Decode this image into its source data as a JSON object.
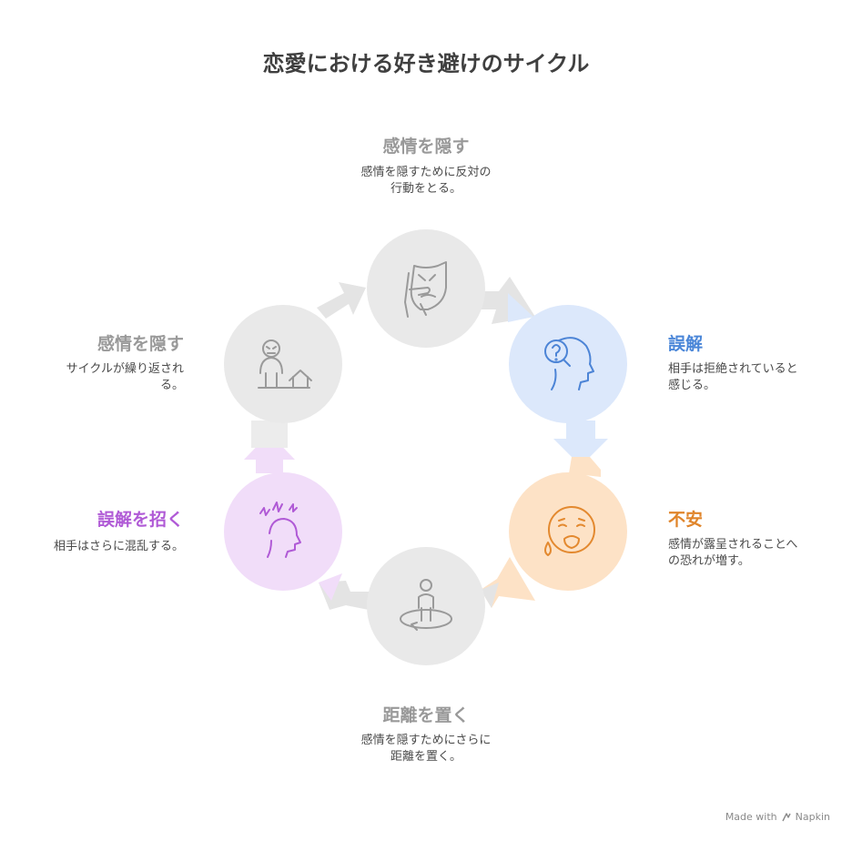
{
  "title": "恋愛における好き避けのサイクル",
  "colors": {
    "gray_node": "#e9e9e9",
    "gray_icon": "#9a9a9a",
    "gray_text": "#999999",
    "blue_node": "#dce8fb",
    "blue_icon": "#4c84d6",
    "blue_text": "#4a86d8",
    "orange_node": "#fde2c6",
    "orange_icon": "#e3892f",
    "orange_text": "#e0852b",
    "purple_node": "#f1ddf9",
    "purple_icon": "#b05ad6",
    "purple_text": "#b05ad6"
  },
  "steps": [
    {
      "label": "感情を隠す",
      "desc_lines": [
        "感情を隠すために反対の",
        "行動をとる。"
      ],
      "icon": "mask-icon"
    },
    {
      "label": "誤解",
      "desc_lines": [
        "相手は拒絶されていると",
        "感じる。"
      ],
      "icon": "confused-head-icon"
    },
    {
      "label": "不安",
      "desc_lines": [
        "感情が露呈されることへ",
        "の恐れが増す。"
      ],
      "icon": "anxious-face-icon"
    },
    {
      "label": "距離を置く",
      "desc_lines": [
        "感情を隠すためにさらに",
        "距離を置く。"
      ],
      "icon": "person-circle-icon"
    },
    {
      "label": "誤解を招く",
      "desc_lines": [
        "相手はさらに混乱する。"
      ],
      "icon": "stressed-head-icon"
    },
    {
      "label": "感情を隠す",
      "desc_lines": [
        "サイクルが繰り返され",
        "る。"
      ],
      "icon": "person-house-icon"
    }
  ],
  "footer": {
    "made_with": "Made with",
    "brand": "Napkin"
  }
}
